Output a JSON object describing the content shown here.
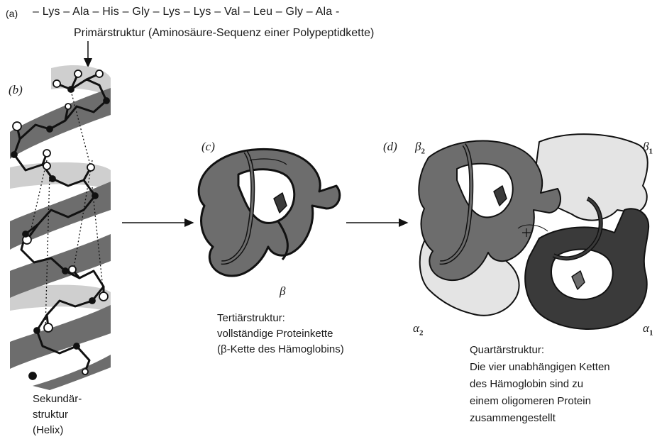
{
  "panel_a": {
    "letter": "(a)",
    "sequence": "– Lys  – Ala – His – Gly – Lys – Lys – Val – Leu – Gly – Ala -",
    "caption": "Primärstruktur (Aminosäure-Sequenz einer Polypeptidkette)"
  },
  "panel_b": {
    "letter": "(b)",
    "caption_lines": [
      "Sekundär-",
      "struktur",
      "(Helix)"
    ]
  },
  "panel_c": {
    "letter": "(c)",
    "chain_label": "β",
    "caption_lines": [
      "Tertiärstruktur:",
      "vollständige Proteinkette",
      "(β-Kette des Hämoglobins)"
    ]
  },
  "panel_d": {
    "letter": "(d)",
    "labels": {
      "beta2": "β",
      "beta2_sub": "2",
      "beta1": "β",
      "beta1_sub": "1",
      "alpha2": "α",
      "alpha2_sub": "2",
      "alpha1": "α",
      "alpha1_sub": "1"
    },
    "caption_lines": [
      "Quartärstruktur:",
      "Die vier unabhängigen Ketten",
      "des Hämoglobin sind zu",
      "einem oligomeren Protein",
      "zusammengestellt"
    ]
  },
  "colors": {
    "ribbon_dark": "#6d6d6d",
    "ribbon_light": "#bdbdbd",
    "subunit_light": "#e4e4e4",
    "subunit_dark": "#3a3a3a",
    "outline": "#111111"
  }
}
